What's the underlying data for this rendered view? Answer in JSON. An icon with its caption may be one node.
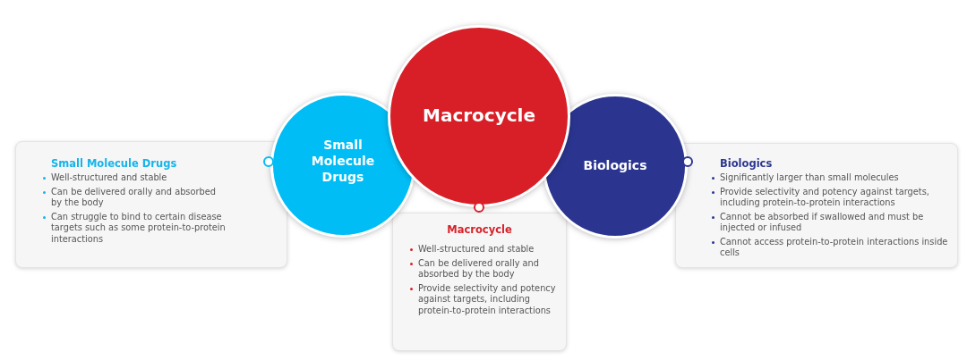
{
  "diagram": {
    "nodes": [
      {
        "text": [
          "Small Molecule Drugs",
          "Well-structured and stable",
          "Can be delivered orally and absorbed by the body",
          "Can struggle to bind to certain disease targets such as some protein-to-protein interactions"
        ]
      },
      {
        "text": [
          "Small Molecule Drugs"
        ]
      },
      {
        "text": [
          "Macrocycle"
        ]
      },
      {
        "text": [
          "Biologics"
        ]
      },
      {
        "text": [
          "Macrocycle",
          "Well-structured and stable",
          "Can be delivered orally and absorbed by the body",
          "Provide selectivity and potency against targets, including protein-to-protein interactions"
        ]
      },
      {
        "text": [
          "Biologics",
          "Significantly larger than small molecules",
          "Provide selectivity and potency against targets, including protein-to-protein interactions",
          "Cannot be absorbed if swallowed and must be injected or infused",
          "Cannot access protein-to-protein interactions inside cells"
        ]
      }
    ]
  }
}
